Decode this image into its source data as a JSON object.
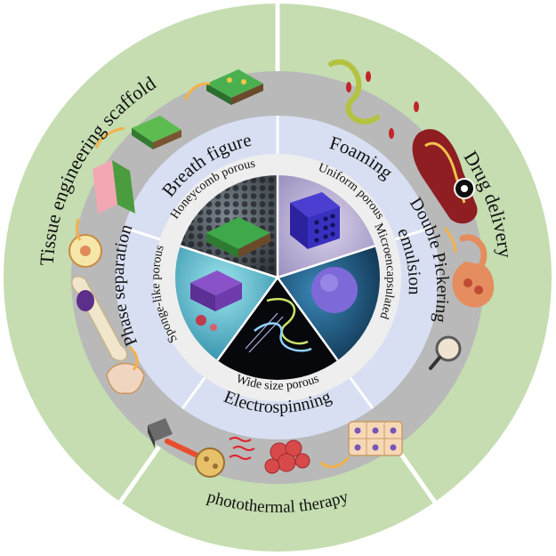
{
  "outer_ring": {
    "tissue": "Tissue engineering scaffold",
    "drug": "Drug delivery",
    "photo": "photothermal therapy"
  },
  "methods": {
    "breath": "Breath figure",
    "foaming": "Foaming",
    "pickering_line1": "Double Pickering",
    "pickering_line2": "emulsion",
    "electro": "Electrospinning",
    "phase": "Phase separation"
  },
  "structures": {
    "honeycomb": "Honeycomb porous",
    "uniform": "Uniform porous",
    "microencapsulated": "Microencapsulated",
    "wide": "Wide size porous",
    "sponge": "Sponge-like porous"
  },
  "colors": {
    "outer_green": "#c5ddb1",
    "mid_gray": "#b9b9b9",
    "methods_ring": "#d8dff2",
    "structures_ring": "#eeeeee",
    "arrow_orange": "#f3b24a"
  }
}
